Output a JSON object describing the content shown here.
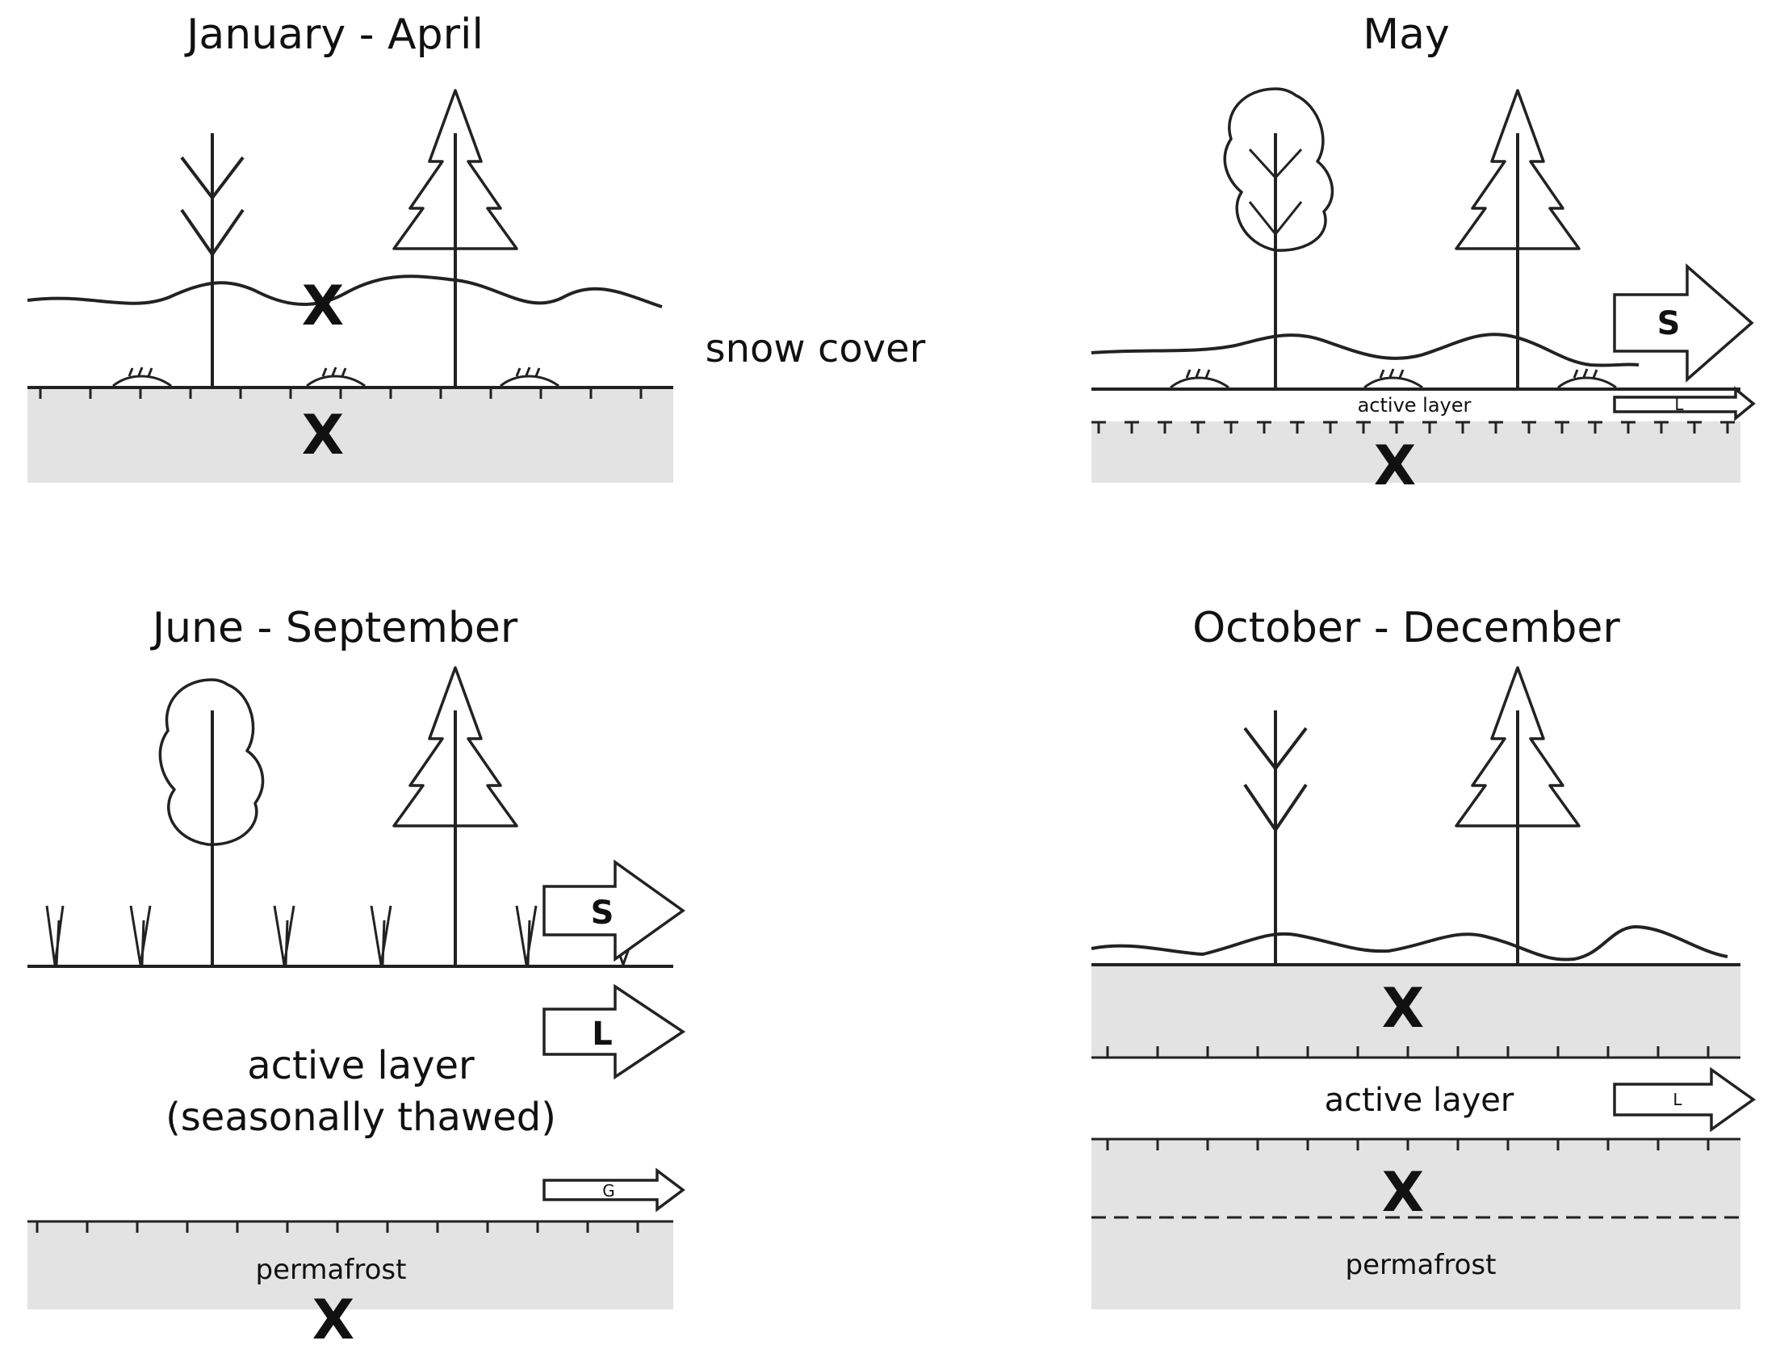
{
  "panels": {
    "jan_apr": {
      "title": "January - April",
      "snow_label": "snow cover",
      "marker_snow": "X",
      "marker_ground": "X"
    },
    "may": {
      "title": "May",
      "layer_label": "active layer",
      "arrow_surface": "S",
      "arrow_layer": "L",
      "marker_ground": "X"
    },
    "jun_sep": {
      "title": "June - September",
      "layer_label_1": "active layer",
      "layer_label_2": "(seasonally thawed)",
      "permafrost_label": "permafrost",
      "arrow_surface": "S",
      "arrow_layer": "L",
      "arrow_ground": "G",
      "marker_permafrost": "X"
    },
    "oct_dec": {
      "title": "October - December",
      "layer_label": "active layer",
      "permafrost_label": "permafrost",
      "arrow_layer": "L",
      "marker_upper": "X",
      "marker_lower": "X"
    }
  },
  "colors": {
    "ground_fill": "#e3e3e3",
    "line": "#222222"
  }
}
